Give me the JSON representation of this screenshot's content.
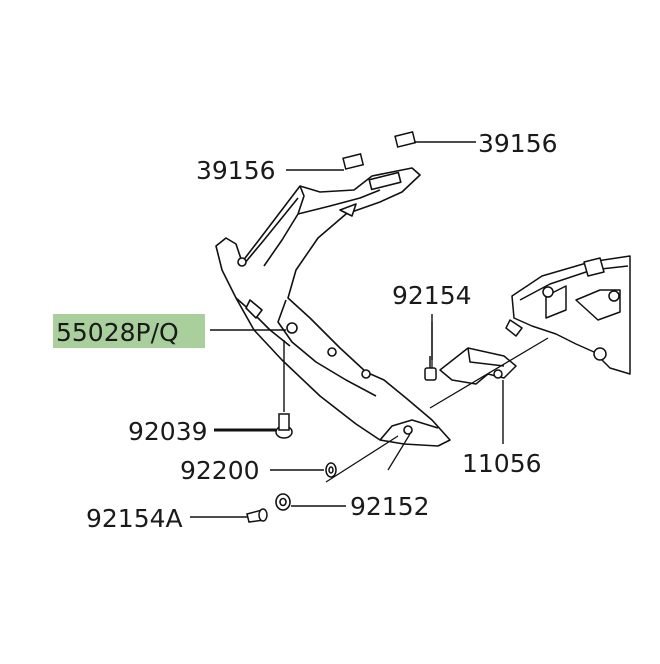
{
  "diagram": {
    "parts": [
      {
        "id": "p39156a",
        "label": "39156"
      },
      {
        "id": "p39156b",
        "label": "39156"
      },
      {
        "id": "p92154",
        "label": "92154"
      },
      {
        "id": "p55028",
        "label": "55028P/Q",
        "highlighted": true
      },
      {
        "id": "p92039",
        "label": "92039"
      },
      {
        "id": "p11056",
        "label": "11056"
      },
      {
        "id": "p92200",
        "label": "92200"
      },
      {
        "id": "p92152",
        "label": "92152"
      },
      {
        "id": "p92154A",
        "label": "92154A"
      }
    ],
    "highlight_color": "#a8cf9c"
  }
}
